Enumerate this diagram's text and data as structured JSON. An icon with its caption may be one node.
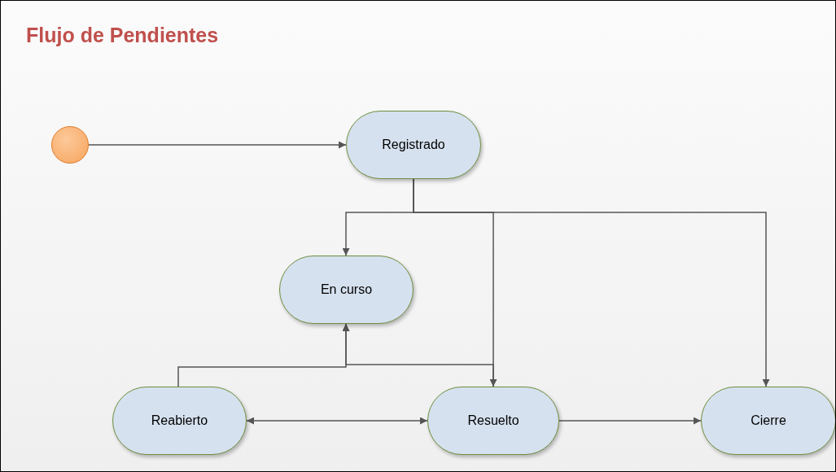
{
  "diagram": {
    "title": "Flujo de Pendientes",
    "nodes": [
      {
        "text": [],
        "shape": "circle"
      },
      {
        "text": [
          "Registrado"
        ]
      },
      {
        "text": [
          "En curso"
        ]
      },
      {
        "text": [
          "Reabierto"
        ]
      },
      {
        "text": [
          "Resuelto"
        ]
      },
      {
        "text": [
          "Cierre"
        ]
      }
    ],
    "edges": [
      {
        "from": 0,
        "to": 1,
        "arrow": "to"
      },
      {
        "from": 1,
        "to": 2,
        "arrow": "to"
      },
      {
        "from": 1,
        "to": 4,
        "arrow": "to"
      },
      {
        "from": 1,
        "to": 5,
        "arrow": "to"
      },
      {
        "from": 3,
        "to": 2,
        "arrow": "to"
      },
      {
        "from": 4,
        "to": 2,
        "arrow": "to"
      },
      {
        "from": 3,
        "to": 4,
        "arrow": "both"
      },
      {
        "from": 4,
        "to": 5,
        "arrow": "to"
      }
    ]
  }
}
